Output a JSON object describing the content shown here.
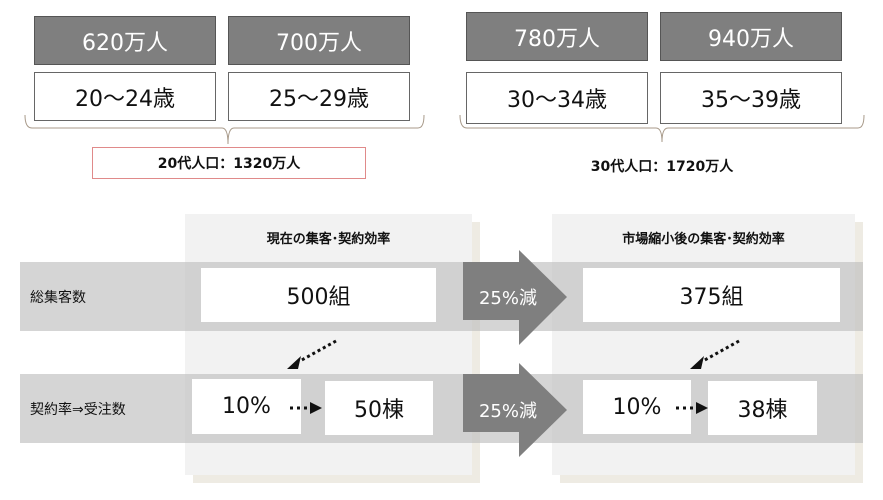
{
  "top": {
    "groups": [
      {
        "counts": [
          "620万人",
          "700万人"
        ],
        "ages": [
          "20～24歳",
          "25～29歳"
        ],
        "total": "20代人口：1320万人"
      },
      {
        "counts": [
          "780万人",
          "940万人"
        ],
        "ages": [
          "30～34歳",
          "35～39歳"
        ],
        "total": "30代人口：1720万人"
      }
    ]
  },
  "bottom": {
    "current_title": "現在の集客･契約効率",
    "after_title": "市場縮小後の集客･契約効率",
    "row_labels": [
      "総集客数",
      "契約率⇒受注数"
    ],
    "current": {
      "visitors": "500組",
      "rate": "10%",
      "orders": "50棟"
    },
    "after": {
      "visitors": "375組",
      "rate": "10%",
      "orders": "38棟"
    },
    "arrows": [
      "25%減",
      "25%減"
    ]
  },
  "colors": {
    "dark_box": "#7f7f7f",
    "band": "#cfcfcf",
    "panel": "#f2f2f2",
    "highlight_border": "#e08a8a"
  }
}
